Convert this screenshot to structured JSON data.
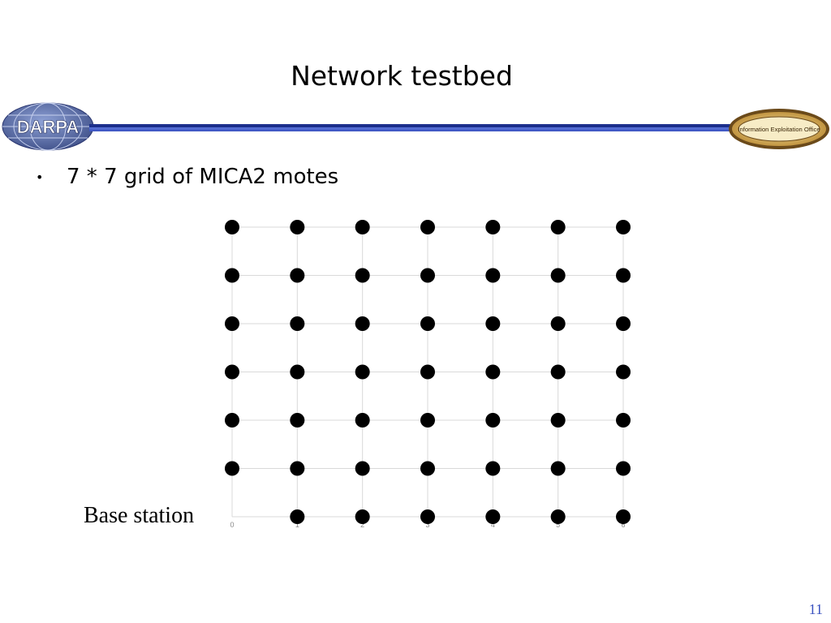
{
  "slide": {
    "title": "Network testbed",
    "bullet": "7 * 7 grid of MICA2 motes",
    "base_station_label": "Base station",
    "page_number": "11"
  },
  "logos": {
    "left_text": "DARPA",
    "right_text": "Information Exploitation Office"
  },
  "colors": {
    "rule_dark": "#1c2f8c",
    "rule_light": "#4d66d0",
    "page_number": "#3a52c0",
    "mote": "#000000",
    "gridline": "#d9d9d9"
  },
  "chart_data": {
    "type": "scatter",
    "rows": 7,
    "columns": 7,
    "x_tick_labels": [
      "0",
      "1",
      "2",
      "3",
      "4",
      "5",
      "6"
    ],
    "xlim": [
      0,
      6
    ],
    "ylim": [
      0,
      6
    ],
    "grid": true
  }
}
